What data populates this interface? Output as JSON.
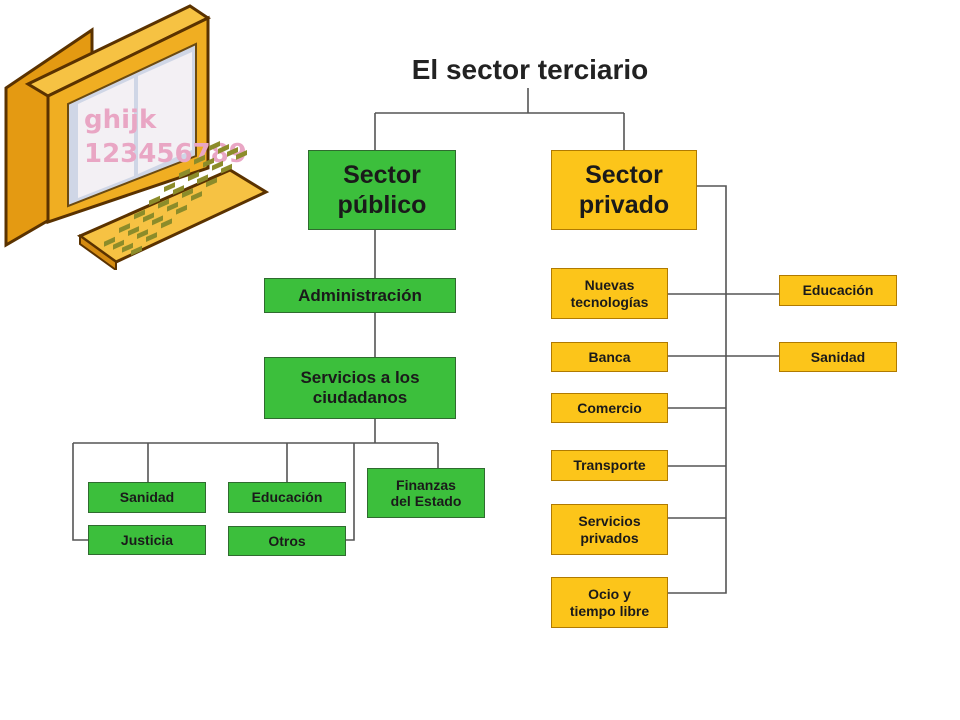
{
  "title": "El sector terciario",
  "colors": {
    "public": "#3cbf3c",
    "private": "#fcc51a",
    "line": "#555555"
  },
  "public": {
    "heading": "Sector\npúblico",
    "administracion": "Administración",
    "servicios": "Servicios a los\nciudadanos",
    "items": {
      "sanidad": "Sanidad",
      "educacion": "Educación",
      "finanzas": "Finanzas\ndel Estado",
      "justicia": "Justicia",
      "otros": "Otros"
    }
  },
  "private": {
    "heading": "Sector\nprivado",
    "items": {
      "nuevas": "Nuevas\ntecnologías",
      "banca": "Banca",
      "comercio": "Comercio",
      "transporte": "Transporte",
      "servicios": "Servicios\nprivados",
      "ocio": "Ocio y\ntiempo libre"
    },
    "side": {
      "educacion": "Educación",
      "sanidad": "Sanidad"
    }
  },
  "clipart": {
    "icon": "computer-icon",
    "glyphs": [
      "g",
      "h",
      "i",
      "j",
      "k",
      "1",
      "2",
      "3",
      "4",
      "5",
      "6",
      "7",
      "8",
      "9"
    ]
  }
}
